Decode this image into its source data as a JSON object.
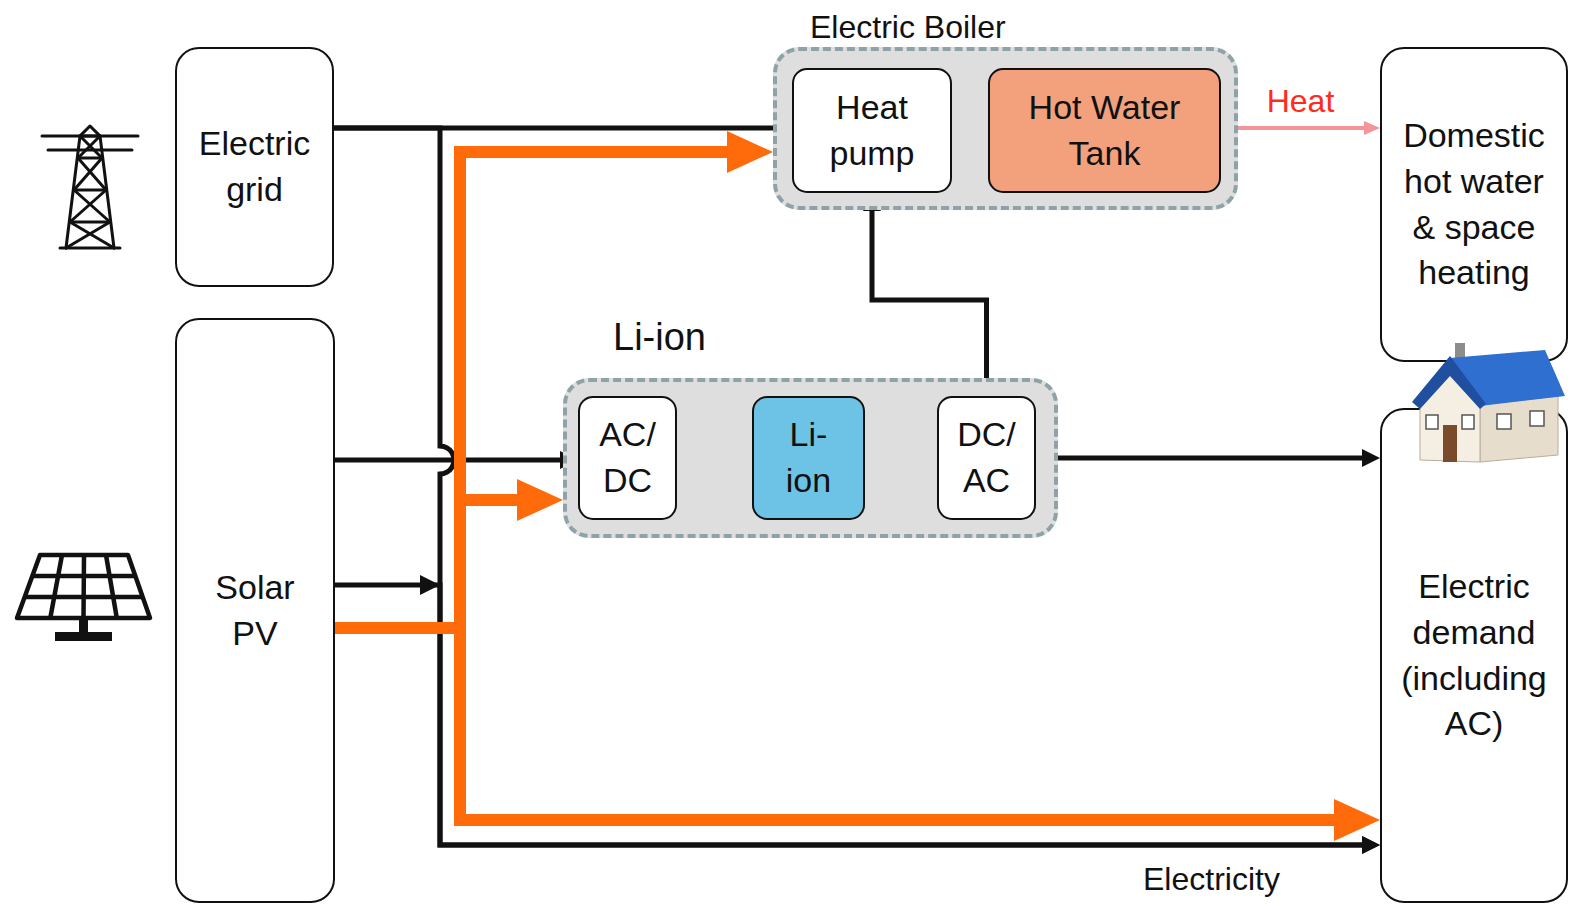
{
  "diagram": {
    "nodes": [
      {
        "text": [
          "Electric grid"
        ]
      },
      {
        "text": [
          "Electric Boiler"
        ]
      },
      {
        "text": [
          "Heat pump"
        ],
        "in": 1
      },
      {
        "text": [
          "Hot Water Tank"
        ],
        "in": 1
      },
      {
        "text": [
          "Domestic hot water & space heating"
        ]
      },
      {
        "text": [
          "Li-ion"
        ]
      },
      {
        "text": [
          "AC/ DC"
        ],
        "in": 5
      },
      {
        "text": [
          "Li- ion"
        ],
        "in": 5
      },
      {
        "text": [
          "DC/ AC"
        ],
        "in": 5
      },
      {
        "text": [
          "Solar PV"
        ]
      },
      {
        "text": [
          "Electric demand (including AC)"
        ]
      }
    ],
    "edges": [
      {
        "from": 0,
        "to": 2,
        "arrow": "to"
      },
      {
        "from": 0,
        "to": 10,
        "arrow": "to"
      },
      {
        "from": 9,
        "to": 6,
        "arrow": "to"
      },
      {
        "from": 9,
        "to": 10,
        "arrow": "to"
      },
      {
        "from": 2,
        "to": 3,
        "arrow": "to"
      },
      {
        "from": 3,
        "to": 4,
        "label": "Heat",
        "arrow": "to"
      },
      {
        "from": 6,
        "to": 7,
        "arrow": "to"
      },
      {
        "from": 7,
        "to": 8,
        "arrow": "to"
      },
      {
        "from": 8,
        "to": 2,
        "arrow": "to"
      },
      {
        "from": 8,
        "to": 10,
        "arrow": "to"
      },
      {
        "from": 9,
        "to": 1,
        "arrow": "to"
      },
      {
        "from": 9,
        "to": 5,
        "arrow": "to"
      },
      {
        "from": 9,
        "to": 10,
        "arrow": "to"
      }
    ],
    "labels": [
      "Electricity"
    ]
  }
}
